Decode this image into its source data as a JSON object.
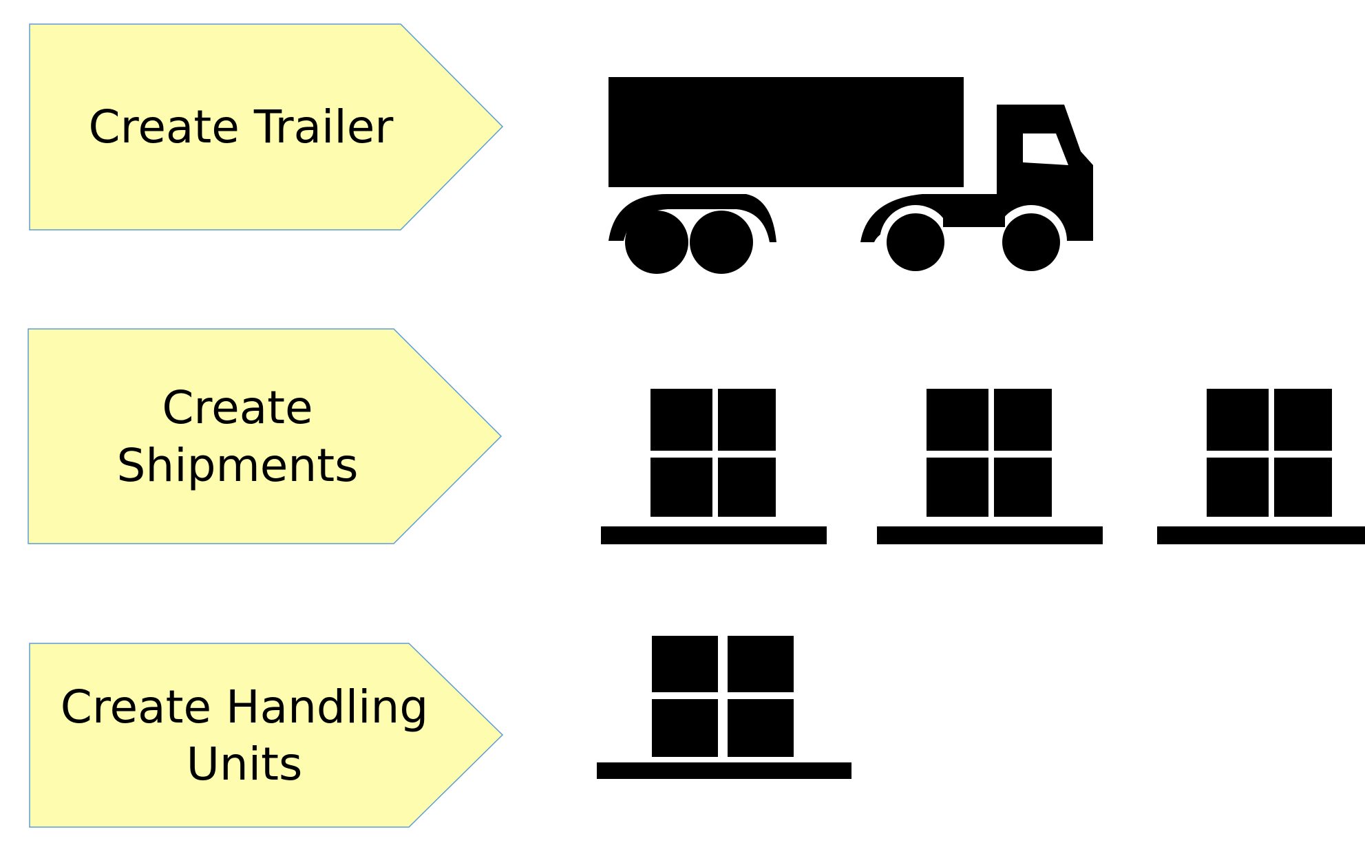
{
  "colors": {
    "step_fill": "#FEFDAF",
    "step_stroke": "#5B9BD5",
    "icon": "#000000",
    "background": "#FFFFFF"
  },
  "steps": [
    {
      "label": "Create Trailer",
      "icon": "truck-icon",
      "icon_count": 1
    },
    {
      "label": "Create\nShipments",
      "icon": "pallet-icon",
      "icon_count": 3
    },
    {
      "label": "Create Handling\nUnits",
      "icon": "pallet-icon",
      "icon_count": 1
    }
  ]
}
